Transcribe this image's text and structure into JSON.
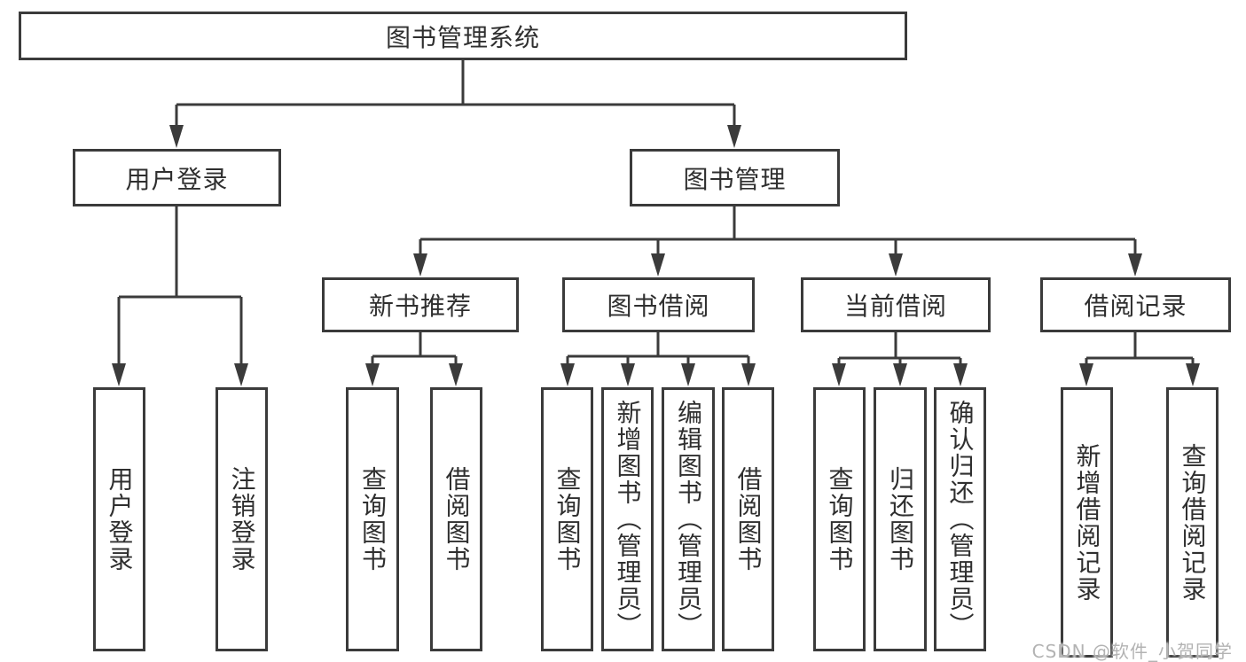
{
  "diagram": {
    "root": {
      "label": "图书管理系统"
    },
    "branches": [
      {
        "label": "用户登录",
        "children": [
          "用户登录",
          "注销登录"
        ]
      },
      {
        "label": "图书管理",
        "children": [
          {
            "label": "新书推荐",
            "children": [
              "查询图书",
              "借阅图书"
            ]
          },
          {
            "label": "图书借阅",
            "children": [
              "查询图书",
              "新增图书（管理员）",
              "编辑图书（管理员）",
              "借阅图书"
            ]
          },
          {
            "label": "当前借阅",
            "children": [
              "查询图书",
              "归还图书",
              "确认归还（管理员）"
            ]
          },
          {
            "label": "借阅记录",
            "children": [
              "新增借阅记录",
              "查询借阅记录"
            ]
          }
        ]
      }
    ],
    "watermark": {
      "text": "CSDN @软件_小贺同学"
    },
    "colors": {
      "stroke": "#3b3b3b",
      "text": "#2f2f2f",
      "watermark": "#b3b3b3",
      "background": "#ffffff"
    }
  }
}
